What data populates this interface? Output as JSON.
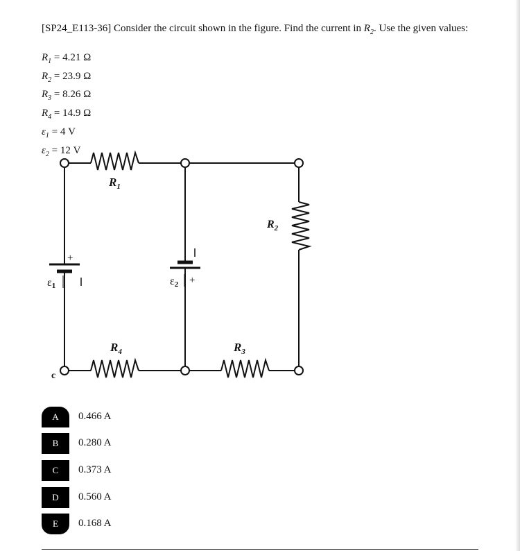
{
  "question": {
    "id": "[SP24_E113-36]",
    "text_before": " Consider the circuit shown in the figure. Find the current in ",
    "target_var": "R",
    "target_sub": "2",
    "text_after": ". Use the given values:"
  },
  "values": [
    {
      "sym": "R",
      "sub": "1",
      "eq": " = 4.21 Ω"
    },
    {
      "sym": "R",
      "sub": "2",
      "eq": " = 23.9 Ω"
    },
    {
      "sym": "R",
      "sub": "3",
      "eq": " = 8.26 Ω"
    },
    {
      "sym": "R",
      "sub": "4",
      "eq": " = 14.9 Ω"
    },
    {
      "sym": "ε",
      "sub": "1",
      "eq": " = 4 V"
    },
    {
      "sym": "ε",
      "sub": "2",
      "eq": " = 12 V"
    }
  ],
  "circuit_labels": {
    "r1_sym": "R",
    "r1_sub": "1",
    "r2_sym": "R",
    "r2_sub": "2",
    "r3_sym": "R",
    "r3_sub": "3",
    "r4_sym": "R",
    "r4_sub": "4",
    "e1_sym": "ε",
    "e1_sub": "1",
    "e2_sym": "ε",
    "e2_sub": "2",
    "plus": "+",
    "node_c": "c"
  },
  "choices": [
    {
      "letter": "A",
      "text": "0.466 A"
    },
    {
      "letter": "B",
      "text": "0.280 A"
    },
    {
      "letter": "C",
      "text": "0.373 A"
    },
    {
      "letter": "D",
      "text": "0.560 A"
    },
    {
      "letter": "E",
      "text": "0.168 A"
    }
  ]
}
